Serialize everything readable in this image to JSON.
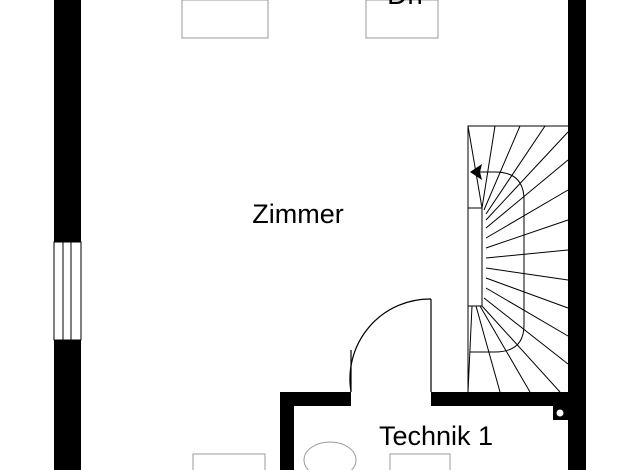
{
  "rooms": {
    "main": {
      "label": "Zimmer"
    },
    "technik": {
      "label": "Technik 1"
    },
    "top_partial": {
      "label": "Dri"
    }
  },
  "colors": {
    "wall": "#000000",
    "line": "#000000",
    "fixture": "#9a9a9a",
    "background": "#ffffff"
  }
}
